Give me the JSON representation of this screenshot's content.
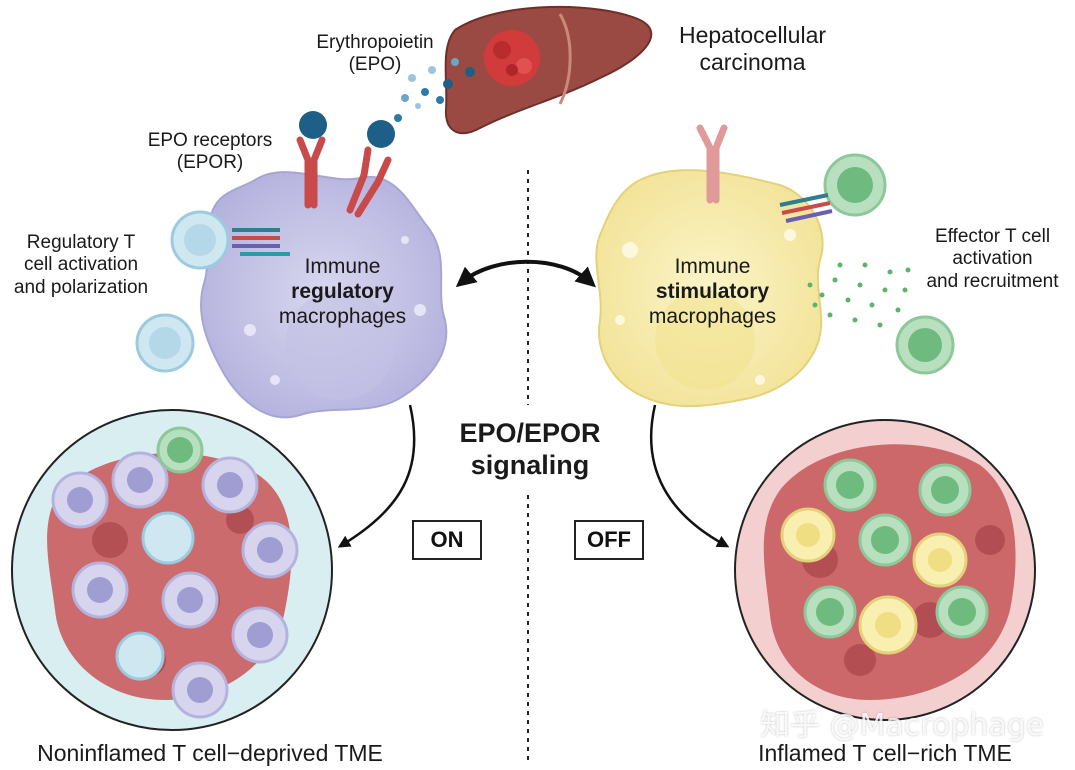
{
  "labels": {
    "epo": [
      "Erythropoietin",
      "(EPO)"
    ],
    "hcc": [
      "Hepatocellular",
      "carcinoma"
    ],
    "epor": [
      "EPO receptors",
      "(EPOR)"
    ],
    "treg": [
      "Regulatory T",
      "cell activation",
      "and polarization"
    ],
    "effector": [
      "Effector T cell",
      "activation",
      "and recruitment"
    ],
    "reg_mac": [
      "Immune",
      "regulatory",
      "macrophages"
    ],
    "stim_mac": [
      "Immune",
      "stimulatory",
      "macrophages"
    ],
    "signaling": [
      "EPO/EPOR",
      "signaling"
    ],
    "on": "ON",
    "off": "OFF",
    "left_tme": "Noninflamed T cell−deprived TME",
    "right_tme": "Inflamed T cell−rich TME",
    "watermark": "知乎 @Macrophage"
  },
  "colors": {
    "regulatory_macrophage": "#c9c8e6",
    "stimulatory_macrophage": "#f8efb0",
    "tumor": "#c95c5e",
    "liver": "#9a4a42",
    "receptor": "#c84a4a",
    "epo_ligand": "#1d5f86",
    "effector_tcell": "#6fba7e",
    "regulatory_tcell": "#b8dcea",
    "left_circle_bg": "#d9eef1",
    "right_circle_bg": "#f3cfd0"
  }
}
